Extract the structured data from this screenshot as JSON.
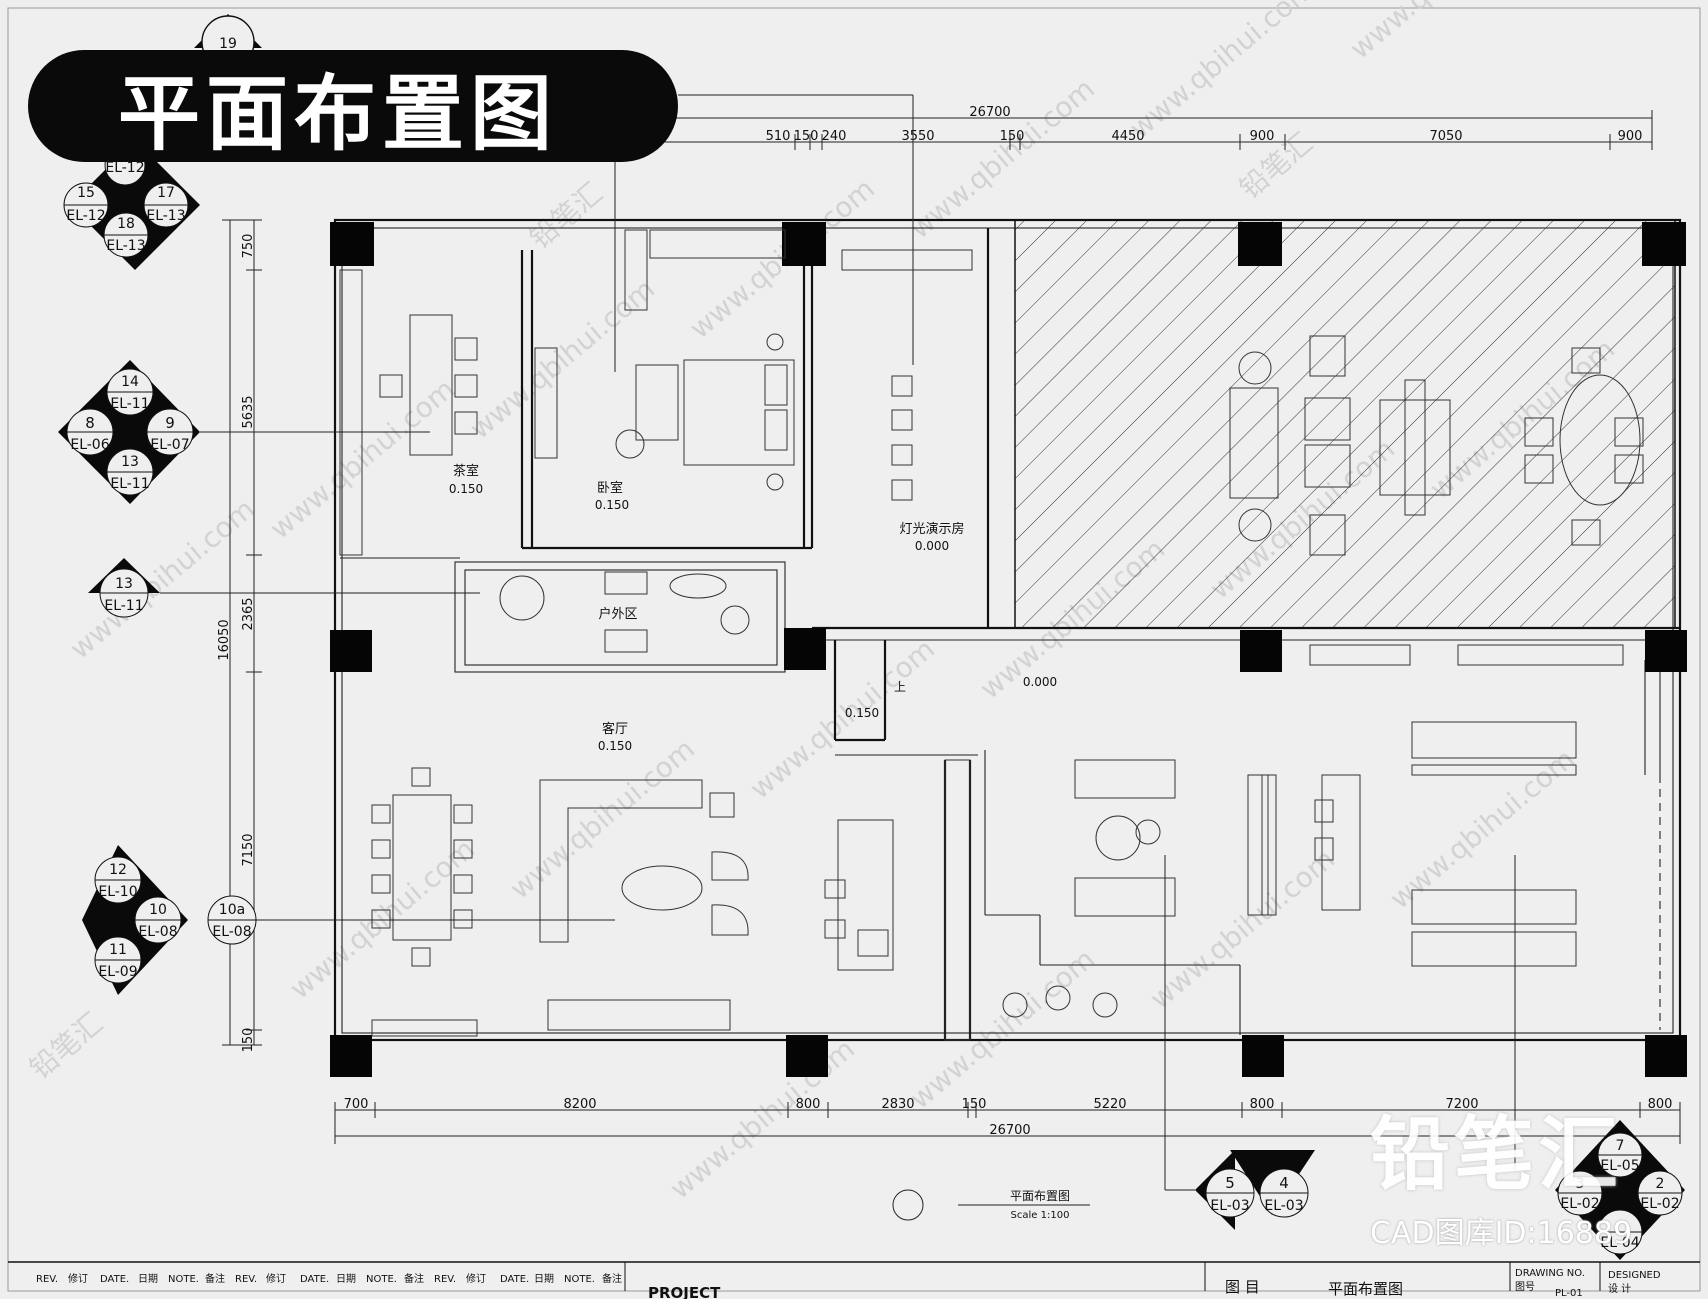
{
  "banner_title": "平面布置图",
  "dimensions": {
    "top_total": "26700",
    "top": [
      "510",
      "150",
      "240",
      "3550",
      "150",
      "4450",
      "900",
      "7050",
      "900"
    ],
    "bottom": [
      "700",
      "8200",
      "800",
      "2830",
      "150",
      "5220",
      "800",
      "7200",
      "800"
    ],
    "bottom_total": "26700",
    "left_total": "16050",
    "left": [
      "750",
      "5635",
      "2365",
      "7150",
      "150"
    ]
  },
  "rooms": {
    "tea": {
      "name": "茶室",
      "level": "0.150"
    },
    "bedroom": {
      "name": "卧室",
      "level": "0.150"
    },
    "outdoor": {
      "name": "户外区"
    },
    "lighting": {
      "name": "灯光演示房",
      "level": "0.000"
    },
    "living": {
      "name": "客厅",
      "level": "0.150"
    },
    "corridor": {
      "level": "0.150",
      "up": "上"
    },
    "hall": {
      "level": "0.000"
    }
  },
  "tags": {
    "t19": "19",
    "t15": {
      "num": "15",
      "ref": "EL-12"
    },
    "t17": {
      "num": "17",
      "ref": "EL-13"
    },
    "t16_ref": "EL-12",
    "t18": {
      "num": "18",
      "ref": "EL-13"
    },
    "t14": {
      "num": "14",
      "ref": "EL-11"
    },
    "t8": {
      "num": "8",
      "ref": "EL-06"
    },
    "t9": {
      "num": "9",
      "ref": "EL-07"
    },
    "t13a": {
      "num": "13",
      "ref": "EL-11"
    },
    "t13b": {
      "num": "13",
      "ref": "EL-11"
    },
    "t12": {
      "num": "12",
      "ref": "EL-10"
    },
    "t10": {
      "num": "10",
      "ref": "EL-08"
    },
    "t10a": {
      "num": "10a",
      "ref": "EL-08"
    },
    "t11": {
      "num": "11",
      "ref": "EL-09"
    },
    "t5": {
      "num": "5",
      "ref": "EL-03"
    },
    "t4": {
      "num": "4",
      "ref": "EL-03"
    },
    "t7": {
      "num": "7",
      "ref": "EL-05"
    },
    "t3": {
      "num": "3",
      "ref": "EL-02"
    },
    "t2": {
      "num": "2",
      "ref": "EL-02"
    },
    "t1_ref": "EL-04"
  },
  "plan_caption": {
    "title": "平面布置图",
    "scale": "Scale 1:100"
  },
  "title_block": {
    "rev": "REV.",
    "xiuding": "修订",
    "date": "DATE.",
    "riqi": "日期",
    "note": "NOTE.",
    "beizhu": "备注",
    "project": "PROJECT",
    "tumu": "图 目",
    "drawing_title": "平面布置图",
    "drawing_no_label": "DRAWING NO.",
    "tuhao": "图号",
    "drawing_no": "PL-01",
    "designed": "DESIGNED",
    "sheji": "设 计"
  },
  "watermark": "www.qbihui.com",
  "watermark_cn": "铅笔汇",
  "brand": {
    "logo": "铅笔汇",
    "id": "CAD图库ID:16889"
  }
}
